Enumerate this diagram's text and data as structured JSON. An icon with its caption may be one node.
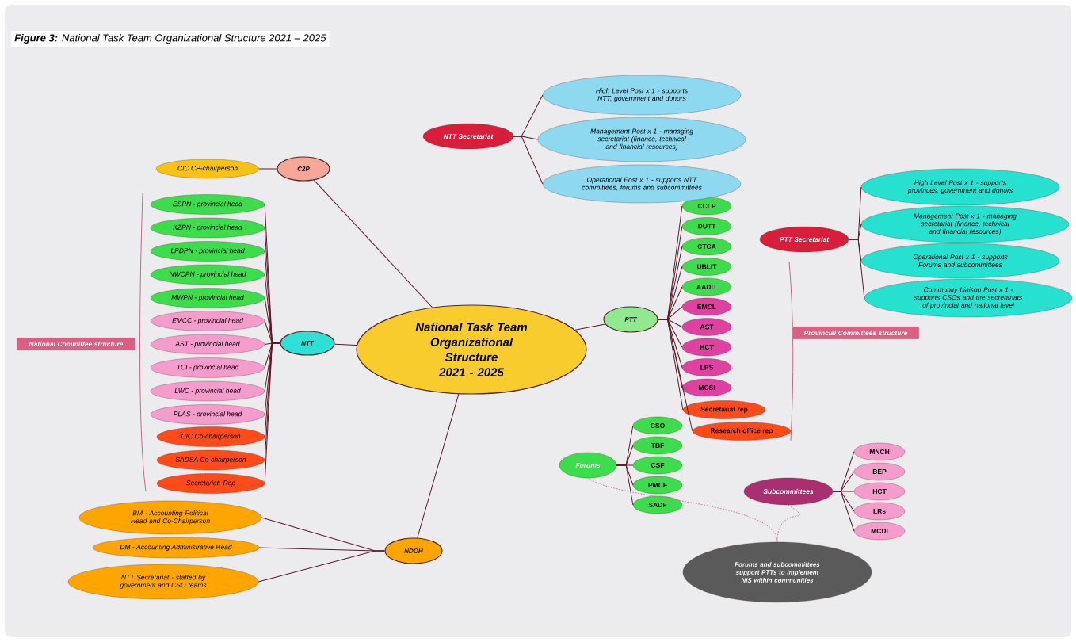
{
  "diagram": {
    "title": "**Figure 3:** National Task Team Organizational Structure 2021 – 2025",
    "nodes": [
      {
        "text": [
          "National Task Team Organizational Structure 2021 - 2025"
        ]
      },
      {
        "text": [
          "C2P"
        ]
      },
      {
        "text": [
          "CIC CP-chairperson"
        ]
      },
      {
        "text": [
          "NTT"
        ]
      },
      {
        "text": [
          "ESPN - provincial head"
        ]
      },
      {
        "text": [
          "KZPN - provincial head"
        ]
      },
      {
        "text": [
          "LPDPN - provincial head"
        ]
      },
      {
        "text": [
          "NWCPN - provincial head"
        ]
      },
      {
        "text": [
          "MWPN - provincial head"
        ]
      },
      {
        "text": [
          "EMCC - provincial head"
        ]
      },
      {
        "text": [
          "AST - provincial head"
        ]
      },
      {
        "text": [
          "TCI - provincial head"
        ]
      },
      {
        "text": [
          "LWC - provincial head"
        ]
      },
      {
        "text": [
          "PLAS - provincial head"
        ]
      },
      {
        "text": [
          "CIC Co-chairperson"
        ]
      },
      {
        "text": [
          "SADSA Co-chairperson"
        ]
      },
      {
        "text": [
          "Secretariat: Rep"
        ]
      },
      {
        "text": [
          "National Committee structure"
        ]
      },
      {
        "text": [
          "NDOH"
        ]
      },
      {
        "text": [
          "BM - Accounting Political Head and Co-Chairperson"
        ]
      },
      {
        "text": [
          "DM - Accounting Administrative Head"
        ]
      },
      {
        "text": [
          "NTT Secretariat - staffed by government and CSO teams"
        ]
      },
      {
        "text": [
          "PTT"
        ]
      },
      {
        "text": [
          "CCLP"
        ]
      },
      {
        "text": [
          "DUTT"
        ]
      },
      {
        "text": [
          "CTCA"
        ]
      },
      {
        "text": [
          "UBLIT"
        ]
      },
      {
        "text": [
          "AADIT"
        ]
      },
      {
        "text": [
          "EMCL"
        ]
      },
      {
        "text": [
          "AST"
        ]
      },
      {
        "text": [
          "HCT"
        ]
      },
      {
        "text": [
          "LPS"
        ]
      },
      {
        "text": [
          "MCSI"
        ]
      },
      {
        "text": [
          "Secretariat rep"
        ]
      },
      {
        "text": [
          "Research office rep"
        ]
      },
      {
        "text": [
          "NTT Secretariat"
        ]
      },
      {
        "text": [
          "High Level Post x 1 - supports NTT, government and donors"
        ]
      },
      {
        "text": [
          "Management Post x 1 - managing secretariat (finance, technical and financial resources)"
        ]
      },
      {
        "text": [
          "Operational Post x 1 - supports NTT committees, forums and subcommittees"
        ]
      },
      {
        "text": [
          "PTT Secretariat"
        ]
      },
      {
        "text": [
          "High Level Post x 1 - supports provinces, government and donors"
        ]
      },
      {
        "text": [
          "Management Post x 1 - managing secretariat (finance, technical and financial resources)"
        ]
      },
      {
        "text": [
          "Operational Post x 1 - supports Forums and subcommittees"
        ]
      },
      {
        "text": [
          "Community Liaison Post x 1 - supports CSOs and the secretariats of provincial and national level"
        ]
      },
      {
        "text": [
          "Provincial Committees structure"
        ]
      },
      {
        "text": [
          "Forums"
        ]
      },
      {
        "text": [
          "CSO"
        ]
      },
      {
        "text": [
          "TBF"
        ]
      },
      {
        "text": [
          "CSF"
        ]
      },
      {
        "text": [
          "PMCF"
        ]
      },
      {
        "text": [
          "SADF"
        ]
      },
      {
        "text": [
          "Subcommittees"
        ]
      },
      {
        "text": [
          "MNCH"
        ]
      },
      {
        "text": [
          "BEP"
        ]
      },
      {
        "text": [
          "HCT"
        ]
      },
      {
        "text": [
          "LRs"
        ]
      },
      {
        "text": [
          "MCDI"
        ]
      },
      {
        "text": [
          "Forums and subcommittees support PTTs to implement NIS within communities"
        ]
      }
    ],
    "edges": [
      {
        "from": 0,
        "to": 1,
        "arrow": "none"
      },
      {
        "from": 1,
        "to": 2,
        "arrow": "none"
      },
      {
        "from": 0,
        "to": 3,
        "arrow": "none"
      },
      {
        "from": 3,
        "to": 4,
        "arrow": "none"
      },
      {
        "from": 3,
        "to": 5,
        "arrow": "none"
      },
      {
        "from": 3,
        "to": 6,
        "arrow": "none"
      },
      {
        "from": 3,
        "to": 7,
        "arrow": "none"
      },
      {
        "from": 3,
        "to": 8,
        "arrow": "none"
      },
      {
        "from": 3,
        "to": 9,
        "arrow": "none"
      },
      {
        "from": 3,
        "to": 10,
        "arrow": "none"
      },
      {
        "from": 3,
        "to": 11,
        "arrow": "none"
      },
      {
        "from": 3,
        "to": 12,
        "arrow": "none"
      },
      {
        "from": 3,
        "to": 13,
        "arrow": "none"
      },
      {
        "from": 3,
        "to": 14,
        "arrow": "none"
      },
      {
        "from": 3,
        "to": 15,
        "arrow": "none"
      },
      {
        "from": 3,
        "to": 16,
        "arrow": "none"
      },
      {
        "from": 0,
        "to": 18,
        "arrow": "none"
      },
      {
        "from": 18,
        "to": 19,
        "arrow": "none"
      },
      {
        "from": 18,
        "to": 20,
        "arrow": "none"
      },
      {
        "from": 18,
        "to": 21,
        "arrow": "none"
      },
      {
        "from": 0,
        "to": 22,
        "arrow": "none"
      },
      {
        "from": 22,
        "to": 23,
        "arrow": "none"
      },
      {
        "from": 22,
        "to": 24,
        "arrow": "none"
      },
      {
        "from": 22,
        "to": 25,
        "arrow": "none"
      },
      {
        "from": 22,
        "to": 26,
        "arrow": "none"
      },
      {
        "from": 22,
        "to": 27,
        "arrow": "none"
      },
      {
        "from": 22,
        "to": 28,
        "arrow": "none"
      },
      {
        "from": 22,
        "to": 29,
        "arrow": "none"
      },
      {
        "from": 22,
        "to": 30,
        "arrow": "none"
      },
      {
        "from": 22,
        "to": 31,
        "arrow": "none"
      },
      {
        "from": 22,
        "to": 32,
        "arrow": "none"
      },
      {
        "from": 22,
        "to": 33,
        "arrow": "none"
      },
      {
        "from": 22,
        "to": 34,
        "arrow": "none"
      },
      {
        "from": 35,
        "to": 36,
        "arrow": "none"
      },
      {
        "from": 35,
        "to": 37,
        "arrow": "none"
      },
      {
        "from": 35,
        "to": 38,
        "arrow": "none"
      },
      {
        "from": 39,
        "to": 40,
        "arrow": "none"
      },
      {
        "from": 39,
        "to": 41,
        "arrow": "none"
      },
      {
        "from": 39,
        "to": 42,
        "arrow": "none"
      },
      {
        "from": 39,
        "to": 43,
        "arrow": "none"
      },
      {
        "from": 45,
        "to": 46,
        "arrow": "none"
      },
      {
        "from": 45,
        "to": 47,
        "arrow": "none"
      },
      {
        "from": 45,
        "to": 48,
        "arrow": "none"
      },
      {
        "from": 45,
        "to": 49,
        "arrow": "none"
      },
      {
        "from": 45,
        "to": 50,
        "arrow": "none"
      },
      {
        "from": 51,
        "to": 52,
        "arrow": "none"
      },
      {
        "from": 51,
        "to": 53,
        "arrow": "none"
      },
      {
        "from": 51,
        "to": 54,
        "arrow": "none"
      },
      {
        "from": 51,
        "to": 55,
        "arrow": "none"
      },
      {
        "from": 51,
        "to": 56,
        "arrow": "none"
      },
      {
        "from": 45,
        "to": 57,
        "arrow": "none",
        "style": "dashed",
        "color": "#c07890"
      },
      {
        "from": 51,
        "to": 57,
        "arrow": "none",
        "style": "dashed",
        "color": "#c07890"
      }
    ]
  }
}
